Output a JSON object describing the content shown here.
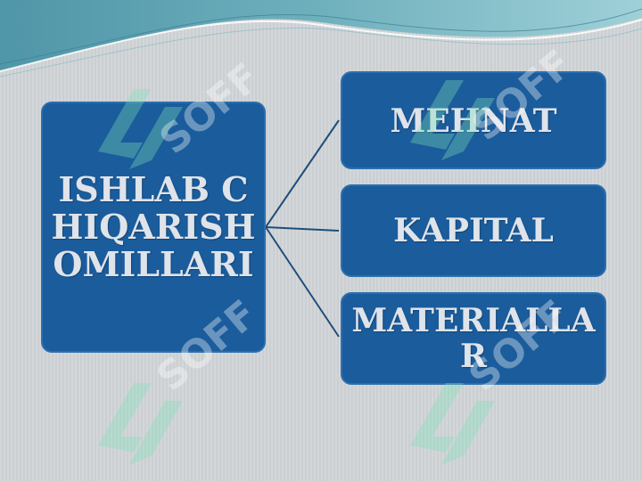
{
  "diagram": {
    "root": {
      "label": "ISHLAB CHIQARISH OMILLARI"
    },
    "children": [
      {
        "label": "MEHNAT"
      },
      {
        "label": "KAPITAL"
      },
      {
        "label": "MATERIALLAR"
      }
    ]
  },
  "watermark": {
    "text": "SOFF"
  },
  "colors": {
    "box_fill": "#1a5c9c",
    "box_text": "#dfe3ea",
    "connector": "#1f4e79",
    "background": "#cfd3d6",
    "wave_teal": "#5aa3b3",
    "watermark": "#7ee0b8"
  }
}
